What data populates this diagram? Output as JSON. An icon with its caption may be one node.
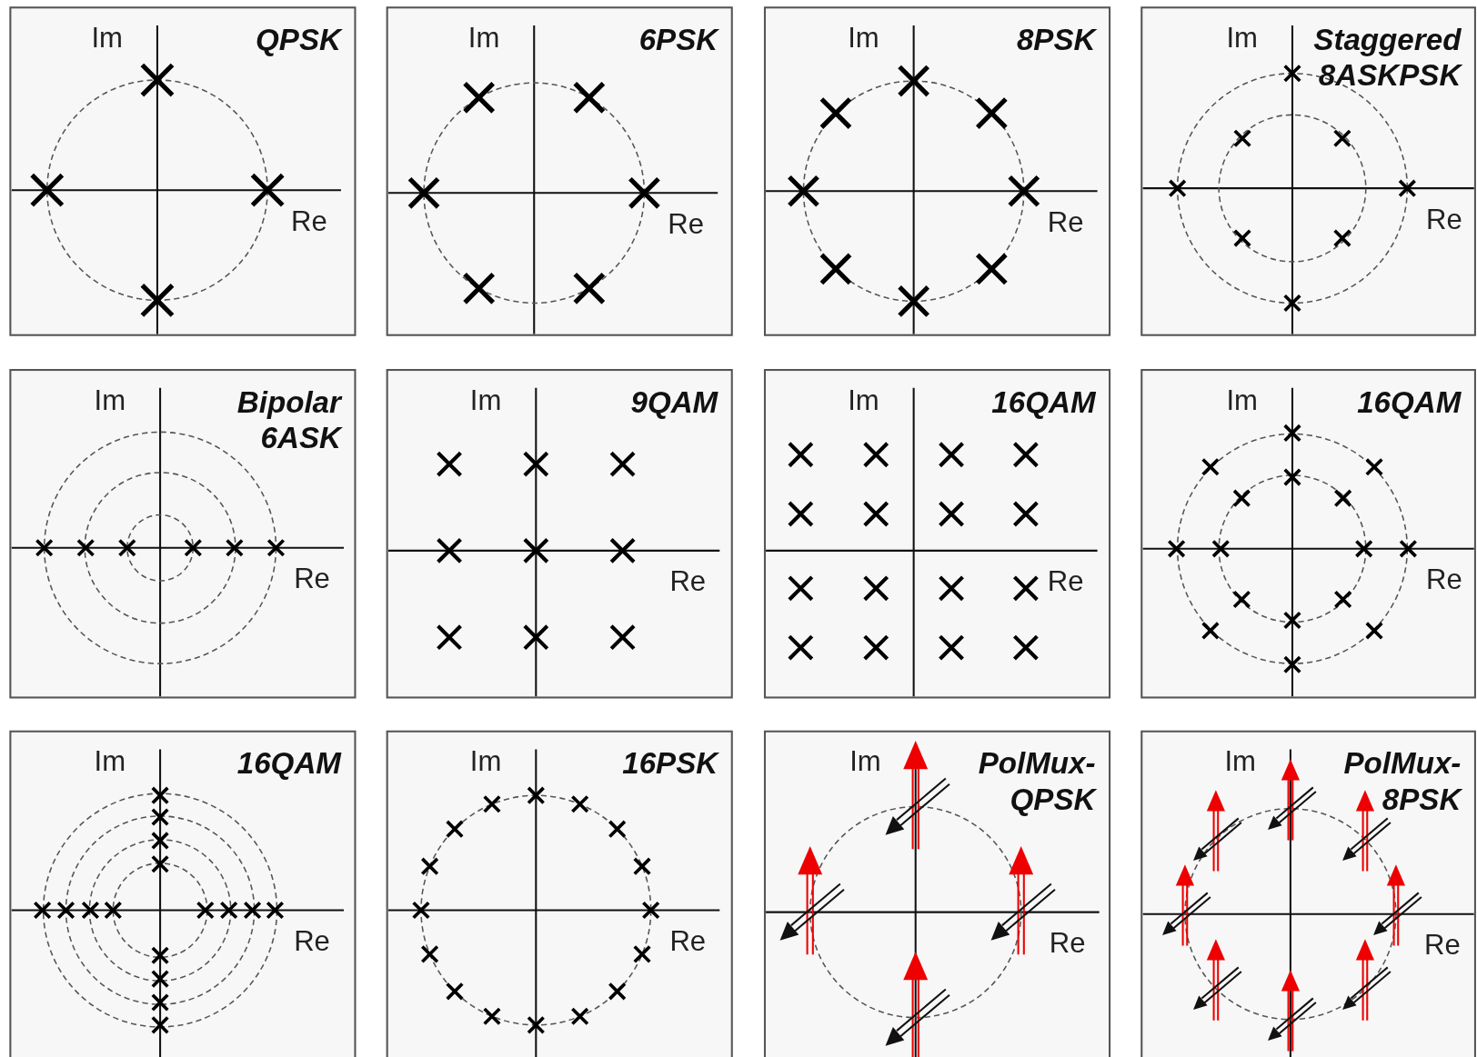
{
  "diagram": {
    "nodes": [
      {
        "text": [
          "Im",
          "QPSK",
          "Re"
        ]
      },
      {
        "text": [
          "Im",
          "6PSK",
          "Re"
        ]
      },
      {
        "text": [
          "Im",
          "8PSK",
          "Re"
        ]
      },
      {
        "text": [
          "Im",
          "Staggered 8ASKPSK",
          "Re"
        ]
      },
      {
        "text": [
          "Im",
          "Bipolar 6ASK",
          "Re"
        ]
      },
      {
        "text": [
          "Im",
          "9QAM",
          "Re"
        ]
      },
      {
        "text": [
          "Im",
          "16QAM",
          "Re"
        ]
      },
      {
        "text": [
          "Im",
          "16QAM",
          "Re"
        ]
      },
      {
        "text": [
          "Im",
          "16QAM",
          "Re"
        ]
      },
      {
        "text": [
          "Im",
          "16PSK",
          "Re"
        ]
      },
      {
        "text": [
          "Im",
          "PolMux- QPSK",
          "Re"
        ]
      },
      {
        "text": [
          "Im",
          "PolMux- 8PSK",
          "Re"
        ]
      }
    ]
  }
}
